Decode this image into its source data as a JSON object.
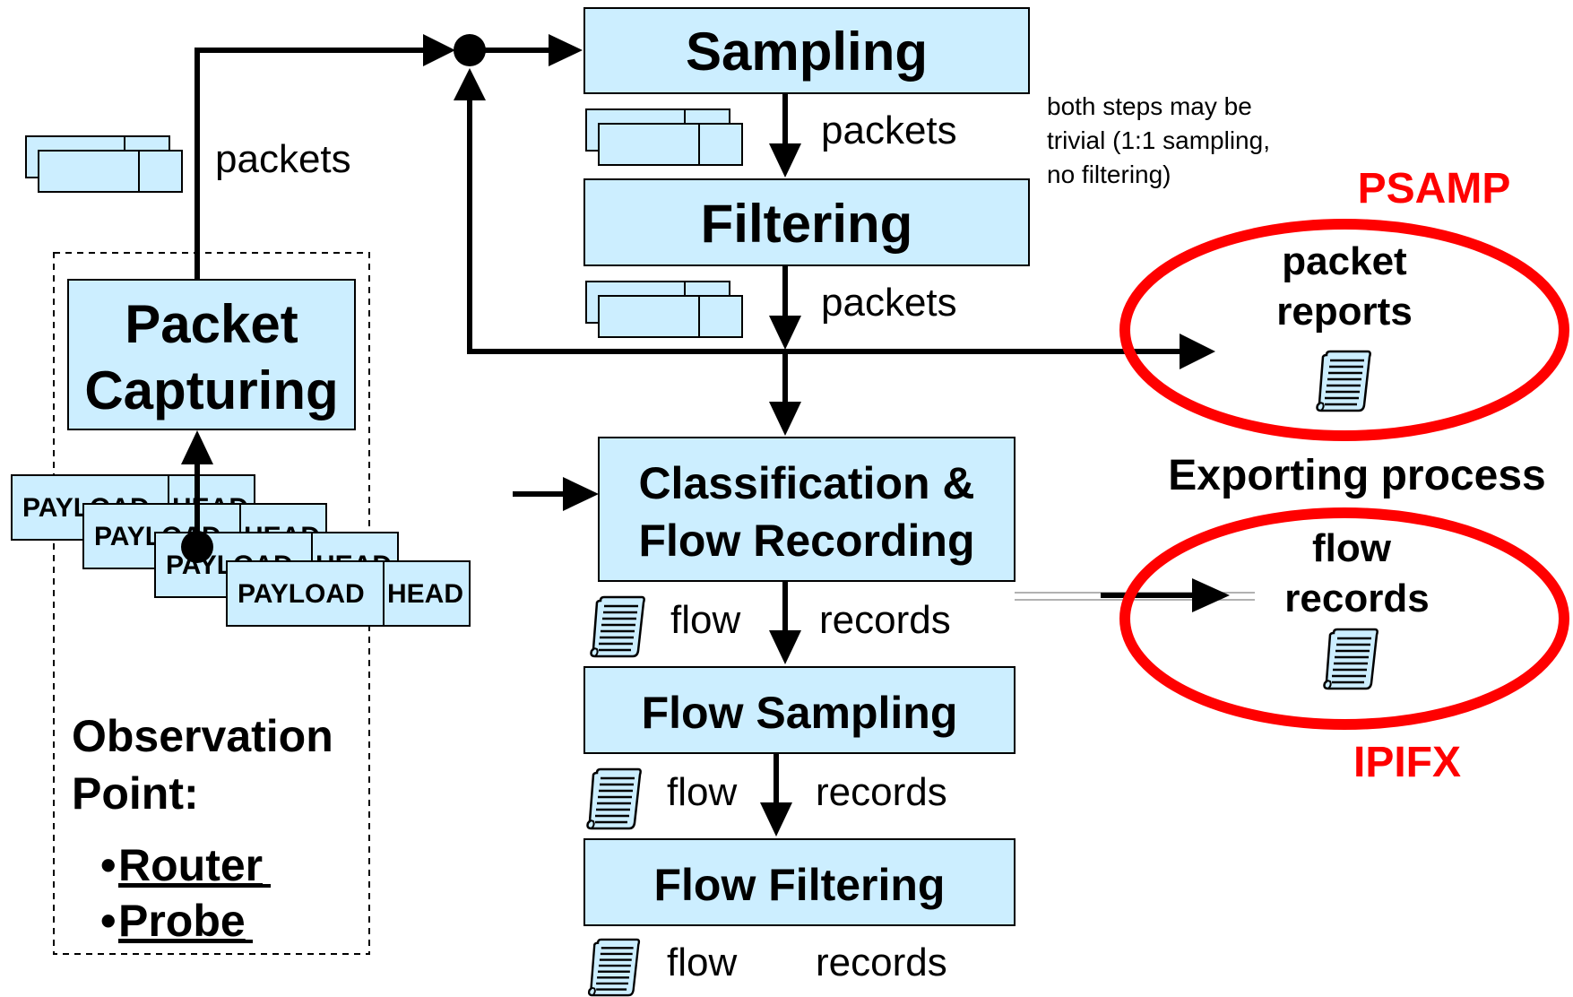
{
  "boxes": {
    "sampling": "Sampling",
    "filtering": "Filtering",
    "packet_capturing_line1": "Packet",
    "packet_capturing_line2": "Capturing",
    "classification_line1": "Classification &",
    "classification_line2": "Flow Recording",
    "flow_sampling": "Flow Sampling",
    "flow_filtering": "Flow Filtering"
  },
  "labels": {
    "packets": "packets",
    "flow": "flow",
    "records": "records",
    "note_line1": "both steps may be",
    "note_line2": "trivial (1:1 sampling,",
    "note_line3": "no filtering)",
    "psamp": "PSAMP",
    "ipifx": "IPIFX",
    "packet_reports_line1": "packet",
    "packet_reports_line2": "reports",
    "exporting_process": "Exporting process",
    "flow_records_line1": "flow",
    "flow_records_line2": "records",
    "payload": "PAYLOAD",
    "head": "HEAD",
    "observation_line1": "Observation",
    "observation_line2": "Point:",
    "bullet_router": "Router",
    "bullet_probe": "Probe",
    "bullet": "•"
  },
  "colors": {
    "box_fill": "#cceeff",
    "accent_red": "#ff0000",
    "ink": "#000000"
  },
  "icons": [
    "document-scroll-icon",
    "packet-stack-icon",
    "arrow-icon",
    "junction-dot-icon"
  ]
}
